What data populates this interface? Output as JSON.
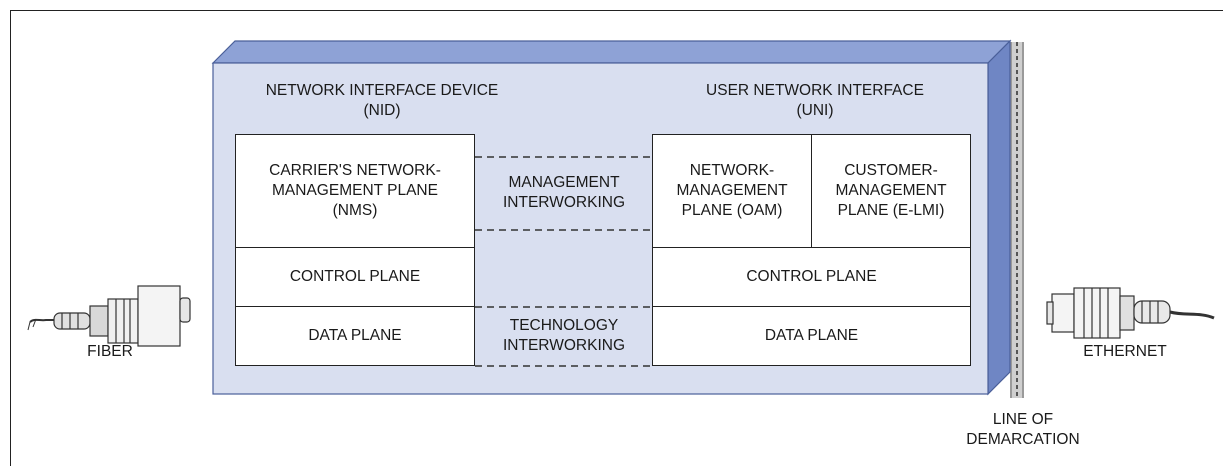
{
  "nid": {
    "title": "NETWORK INTERFACE DEVICE\n(NID)",
    "mgmt": "CARRIER'S NETWORK-\nMANAGEMENT PLANE\n(NMS)",
    "control": "CONTROL PLANE",
    "data": "DATA PLANE"
  },
  "uni": {
    "title": "USER NETWORK INTERFACE\n(UNI)",
    "net_mgmt": "NETWORK-\nMANAGEMENT\nPLANE (OAM)",
    "cust_mgmt": "CUSTOMER-\nMANAGEMENT\nPLANE (E-LMI)",
    "control": "CONTROL PLANE",
    "data": "DATA PLANE"
  },
  "interworking": {
    "management": "MANAGEMENT\nINTERWORKING",
    "technology": "TECHNOLOGY\nINTERWORKING"
  },
  "connectors": {
    "left": "FIBER",
    "right": "ETHERNET"
  },
  "demarcation": "LINE OF\nDEMARCATION",
  "colors": {
    "panel_face": "#d9dff0",
    "panel_side": "#6f86c4",
    "panel_top": "#8ea2d6"
  }
}
